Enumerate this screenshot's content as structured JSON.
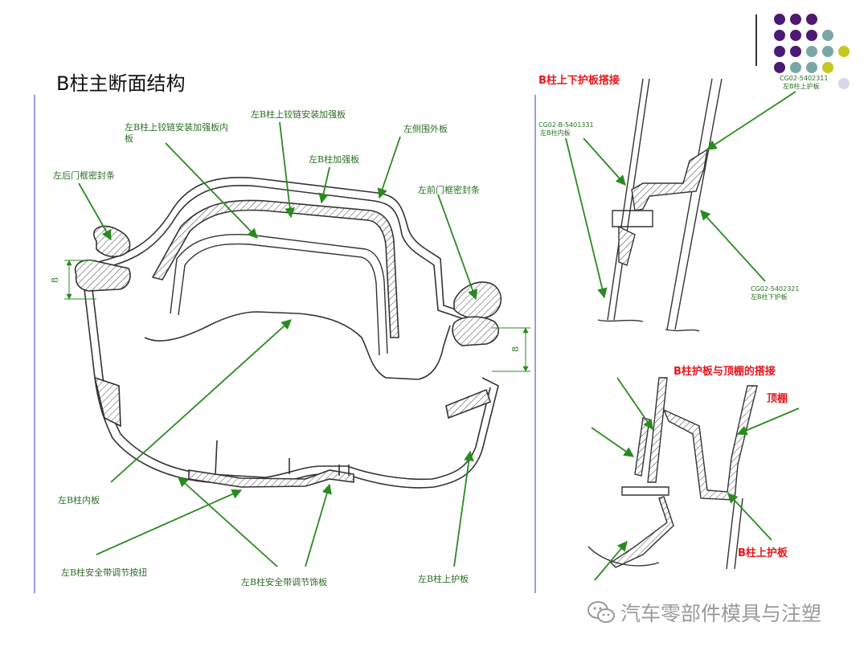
{
  "title": "B柱主断面结构",
  "labels": {
    "hinge_inner": [
      "左B柱上铰链安装加强板内",
      "板"
    ],
    "hinge": "左B柱上铰链安装加强板",
    "outer_side": "左侧围外板",
    "reinf": "左B柱加强板",
    "rear_seal": "左后门框密封条",
    "front_seal": "左前门框密封条",
    "inner_panel": "左B柱内板",
    "belt_button": "左B柱安全带调节按扭",
    "belt_trim": "左B柱安全带调节饰板",
    "upper_trim": "左B柱上护板",
    "dim_8": "8"
  },
  "right_top": {
    "heading": "B柱上下护板搭接",
    "code_upper": "CG02-5402311",
    "code_upper_name": "左B柱上护板",
    "code_inner": "CG02-B-5401331",
    "code_inner_name": "左B柱内板",
    "code_lower": "CG02-5402321",
    "code_lower_name": "左B柱下护板"
  },
  "right_bottom": {
    "heading": "B柱护板与顶棚的搭接",
    "headliner": "顶棚",
    "upper_trim": "B柱上护板"
  },
  "watermark": "汽车零部件模具与注塑",
  "colors": {
    "leader": "#2a8a1f",
    "label": "#2a6e22",
    "red": "#e8141b",
    "purple": "#4b1a72",
    "teal": "#7aa6a6",
    "lime": "#c5c821",
    "pale": "#d8d8ea"
  }
}
